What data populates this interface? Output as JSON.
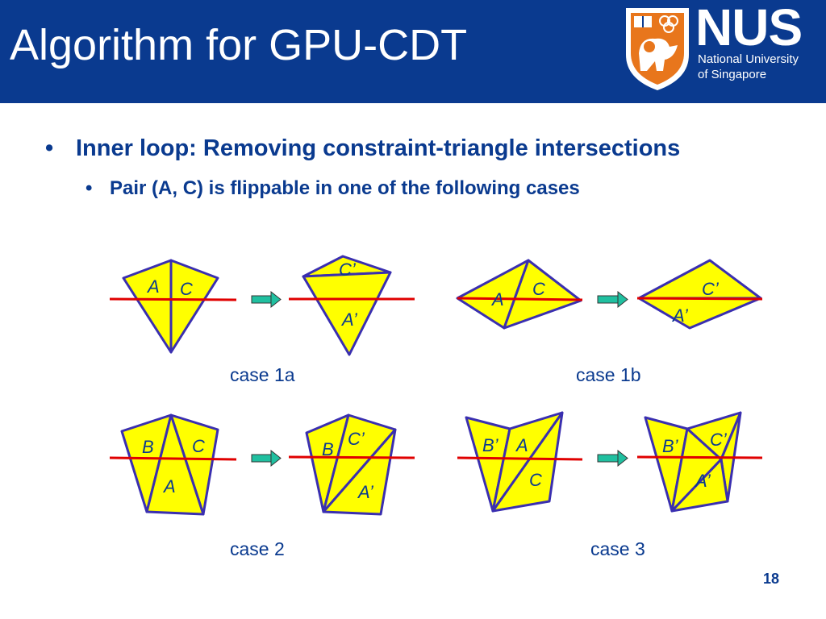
{
  "slide": {
    "title": "Algorithm for GPU-CDT",
    "page_number": "18"
  },
  "logo": {
    "word": "NUS",
    "subtitle_line1": "National University",
    "subtitle_line2": "of Singapore"
  },
  "bullets": {
    "level1": "Inner loop: Removing constraint-triangle intersections",
    "level2": "Pair (A, C) is flippable in one of the following cases"
  },
  "cases": [
    {
      "caption": "case 1a",
      "before_labels": [
        "A",
        "C"
      ],
      "after_labels": [
        "C’",
        "A’"
      ]
    },
    {
      "caption": "case 1b",
      "before_labels": [
        "A",
        "C"
      ],
      "after_labels": [
        "C’",
        "A’"
      ]
    },
    {
      "caption": "case 2",
      "before_labels": [
        "B",
        "C",
        "A"
      ],
      "after_labels": [
        "C’",
        "B",
        "A’"
      ]
    },
    {
      "caption": "case 3",
      "before_labels": [
        "B’",
        "A",
        "C"
      ],
      "after_labels": [
        "B’",
        "C’",
        "A’"
      ]
    }
  ],
  "colors": {
    "header_bg": "#0a3a8f",
    "text": "#0a3a8f",
    "triangle_fill": "#ffff00",
    "triangle_edge": "#3a2fb0",
    "constraint_line": "#e00000",
    "arrow": "#20c0a0"
  }
}
